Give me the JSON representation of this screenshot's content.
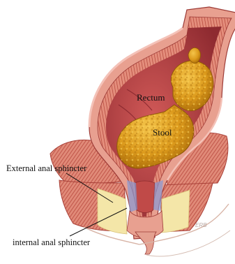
{
  "labels": {
    "rectum": "Rectum",
    "stool": "Stool",
    "external_sphincter": "External anal sphincter",
    "internal_sphincter": "internal anal sphincter"
  },
  "signature": "ERB",
  "colors": {
    "outer_wall": "#e8a090",
    "inner_lining": "#c8484a",
    "mucosa_pink": "#f2b6b0",
    "muscle_stripe": "#b8483e",
    "stool": "#e0a01c",
    "stool_dark": "#a86a08",
    "fat": "#f4e6a8",
    "text": "#111111"
  }
}
